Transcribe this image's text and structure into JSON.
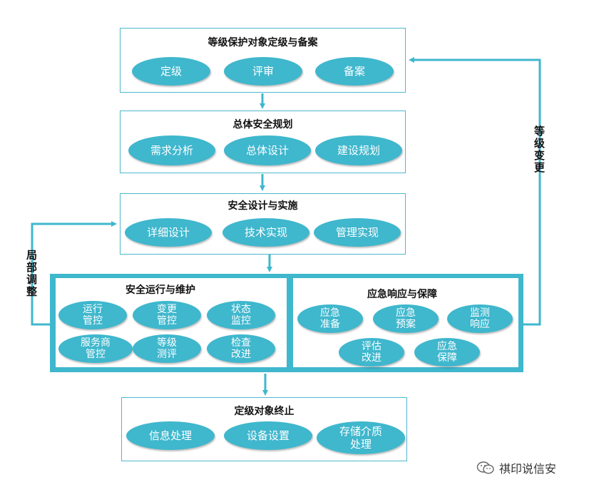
{
  "stage1": {
    "title": "等级保护对象定级与备案",
    "items": [
      "定级",
      "评审",
      "备案"
    ]
  },
  "stage2": {
    "title": "总体安全规划",
    "items": [
      "需求分析",
      "总体设计",
      "建设规划"
    ]
  },
  "stage3": {
    "title": "安全设计与实施",
    "items": [
      "详细设计",
      "技术实现",
      "管理实现"
    ]
  },
  "stage4_left": {
    "title": "安全运行与维护",
    "items": [
      "运行\n管控",
      "变更\n管控",
      "状态\n监控",
      "服务商\n管控",
      "等级\n测评",
      "检查\n改进"
    ]
  },
  "stage4_right": {
    "title": "应急响应与保障",
    "items": [
      "应急\n准备",
      "应急\n预案",
      "监测\n响应",
      "评估\n改进",
      "应急\n保障"
    ]
  },
  "stage5": {
    "title": "定级对象终止",
    "items": [
      "信息处理",
      "设备设置",
      "存储介质\n处理"
    ]
  },
  "labels": {
    "left_loop": "局部调整",
    "right_loop": "等级变更"
  },
  "watermark": "祺印说信安",
  "colors": {
    "accent": "#3fb7cd",
    "border": "#4db8cc"
  }
}
